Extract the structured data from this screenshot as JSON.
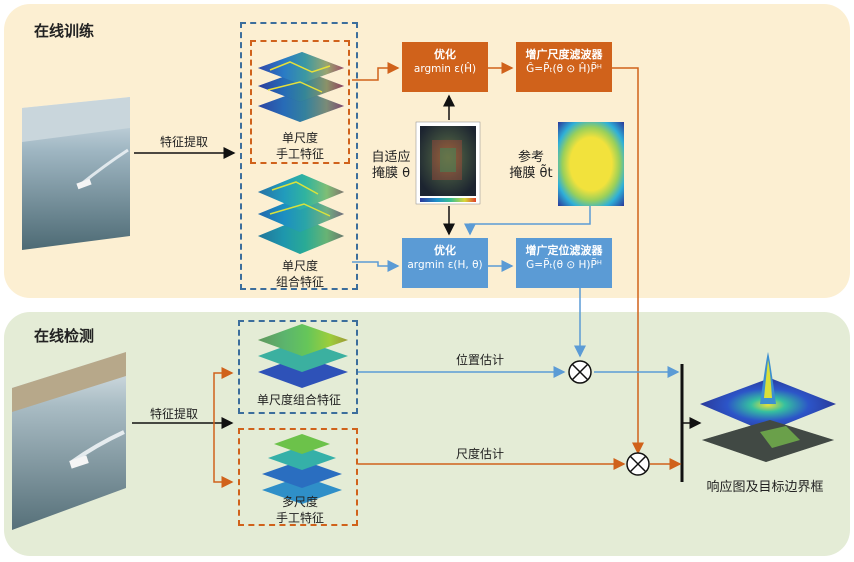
{
  "training": {
    "title": "在线训练",
    "feature_extract_label": "特征提取",
    "handcrafted_label": "单尺度\n手工特征",
    "combined_label": "单尺度\n组合特征",
    "adaptive_mask_label": "自适应\n掩膜 θ",
    "reference_mask_label": "参考\n掩膜 θ̃t",
    "optimize_top": {
      "title": "优化",
      "formula": "argmin ε(Ĥ)"
    },
    "optimize_bottom": {
      "title": "优化",
      "formula": "argmin ε(H, θ)"
    },
    "scale_filter": {
      "title": "增广尺度滤波器",
      "formula": "Ĝ=P̃ₜ(θ ⊙ Ĥ)P̃ᴴ"
    },
    "position_filter": {
      "title": "增广定位滤波器",
      "formula": "G=P̃ₜ(θ ⊙ H)P̃ᴴ"
    }
  },
  "detection": {
    "title": "在线检测",
    "feature_extract_label": "特征提取",
    "combined_label": "单尺度组合特征",
    "multiscale_label": "多尺度\n手工特征",
    "position_estimate_label": "位置估计",
    "scale_estimate_label": "尺度估计",
    "output_label": "响应图及目标边界框"
  },
  "colors": {
    "orange": "#d0621b",
    "blue": "#5b9bd5",
    "dash_blue": "#3c6e9c",
    "top_panel": "#fcefd2",
    "bottom_panel": "#e4ecd6"
  }
}
